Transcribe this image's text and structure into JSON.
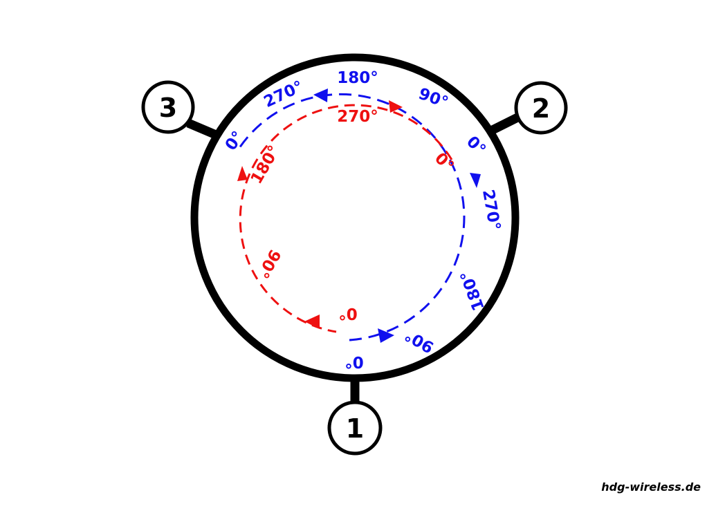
{
  "colors": {
    "stroke": "#000000",
    "blue": "#1010ee",
    "red": "#ee1010"
  },
  "ports": [
    {
      "id": "port-1",
      "number": "1"
    },
    {
      "id": "port-2",
      "number": "2"
    },
    {
      "id": "port-3",
      "number": "3"
    }
  ],
  "blue_labels": {
    "b0_bottom": "0°",
    "b90_bottom": "90°",
    "b180_right": "180°",
    "b270_right": "270°",
    "b0_right": "0°",
    "b90_top": "90°",
    "b180_top": "180°",
    "b270_top": "270°",
    "b0_left": "0°"
  },
  "red_labels": {
    "r0_bottom": "0°",
    "r90_left": "90°",
    "r180_left": "180°",
    "r270_top": "270°",
    "r0_right": "0°"
  },
  "footer": {
    "credit": "hdg-wireless.de"
  }
}
